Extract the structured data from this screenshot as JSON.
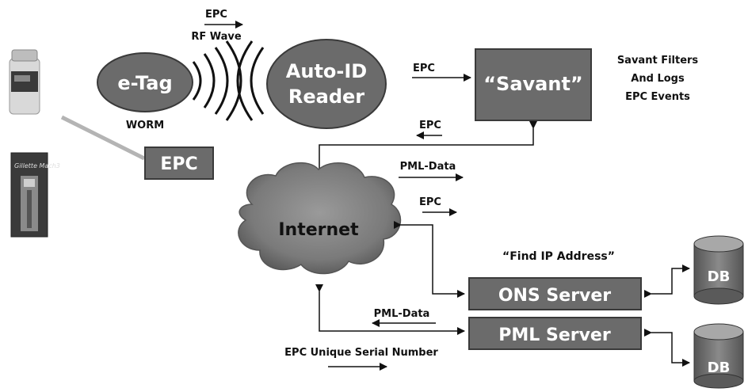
{
  "nodes": {
    "etag": "e-Tag",
    "worm": "WORM",
    "reader_line1": "Auto-ID",
    "reader_line2": "Reader",
    "savant": "“Savant”",
    "epc_tag": "EPC",
    "internet": "Internet",
    "ons": "ONS Server",
    "pml": "PML Server",
    "db1": "DB",
    "db2": "DB"
  },
  "labels": {
    "epc_top": "EPC",
    "rf_wave": "RF Wave",
    "epc_reader_savant": "EPC",
    "epc_savant_internet": "EPC",
    "pml_data_top": "PML-Data",
    "epc_internet": "EPC",
    "find_ip": "“Find IP Address”",
    "pml_data_bottom": "PML-Data",
    "epc_serial": "EPC Unique Serial Number"
  },
  "notes": {
    "savant_line1": "Savant Filters",
    "savant_line2": "And Logs",
    "savant_line3": "EPC Events"
  },
  "products": {
    "bottle_label": "",
    "razor_label": "Gillette Mach3"
  },
  "colors": {
    "node_fill": "#6b6b6b",
    "node_stroke": "#3a3a3a",
    "text": "#111111",
    "connector": "#b4b4b4"
  }
}
